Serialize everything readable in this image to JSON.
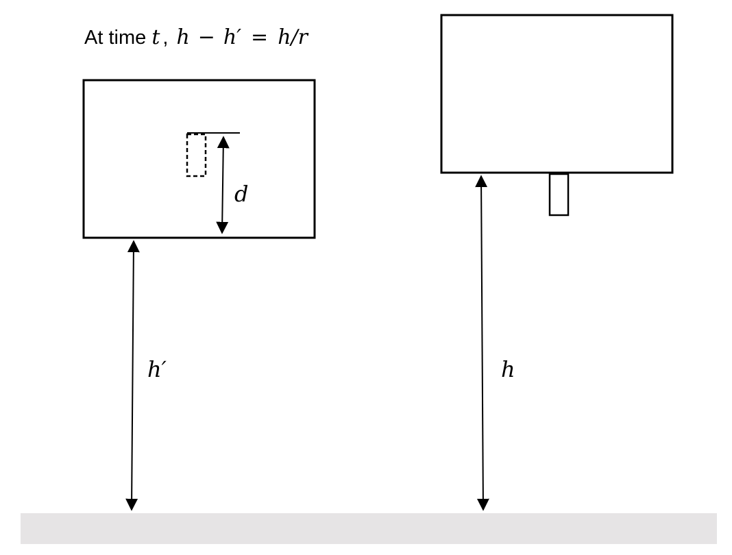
{
  "caption": {
    "prefix": "At time ",
    "var_t": "t",
    "comma": ",",
    "lhs_h": "h",
    "minus": "−",
    "lhs_hprime": "h′",
    "equals": "=",
    "rhs": "h/r"
  },
  "labels": {
    "d": "d",
    "h_prime": "h′",
    "h": "h"
  },
  "colors": {
    "stroke": "#000000",
    "ground": "#e6e4e5",
    "background": "#ffffff"
  }
}
